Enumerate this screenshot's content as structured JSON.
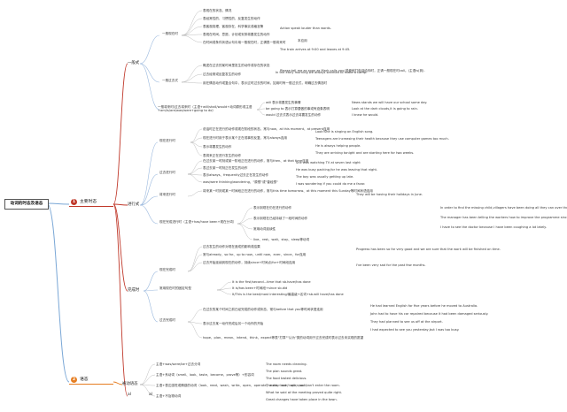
{
  "root": {
    "label": "动词的时态及语态"
  },
  "colors": {
    "main_line": "#7aa7d6",
    "sec1": "#c0392b",
    "sec2": "#e67e22",
    "branch": "#9bb9de",
    "leaf": "#aaaaaa"
  },
  "sec1": {
    "num": "1",
    "label": "主要时态"
  },
  "sec2": {
    "num": "2",
    "label": "语态"
  },
  "simple": {
    "label": "一般式",
    "present": {
      "label": "一般现在时",
      "items": [
        "表现在的状态、情况",
        "表经常性的、习惯性的、反复发生的动作",
        "表客观真理、客观存在、科学事实或格言警",
        "表现在时间、意愿、计划或安排将要发生的动作",
        "在时间或条件状语从句中用一般现在时，正谓表一般将来时"
      ],
      "examples": [
        "Action speak louder than words.",
        "The train arrives at 9:00 and leaves at 9:45.",
        "Please tell me as soon as Mark calls you(或使他打电话给你时，正请一般现在时call。)主语is(到)."
      ],
      "note": "本应用"
    },
    "past": {
      "label": "一般过去式",
      "items": [
        "概述在过去的某时间里发生的动作或存在的状态",
        "过去经常或反复发生的动作",
        "用在情态动作或复合句中，表示过时过去的时间，如用时有一般过去式，明确过去情态时"
      ],
      "examples": [
        "In the early morning we always seemed to make a camp."
      ]
    },
    "past_future": {
      "label": "一般将来时/过去将来时（主语+will/shall/would+动词原形或主语+am/is/are/was/were+going to do）",
      "items": [
        "will 表示将要发生的事情",
        "be going to 表示打算要做的事或有迹象表明",
        "would 过去式表示过去将要发生的动作"
      ],
      "examples": [
        "News stands we will have our school some day.",
        "Look at the dark clouds,it is going to rain.",
        "I knew he would."
      ]
    }
  },
  "progressive": {
    "label": "进行式",
    "present": {
      "label": "现在进行时",
      "items": [
        "说话时正在进行的动作或现在阶段的状态，常与now、at this moment、at present连用",
        "现在进行时用于表示某个正在或事的反复，常与always连用",
        "表示将要发生的动作",
        "表将来正在进行发生的动作"
      ],
      "examples": [
        "Look!She is singing an English song.",
        "Teenagers are increasing their health because they use computer games too much.",
        "He is always helping people.",
        "They are arriving tonight and are starting here for two weeks."
      ]
    },
    "past": {
      "label": "过去进行时",
      "items": [
        "在过去某一时刻或某一阶段正在进行的动作，常与then、at that time连用",
        "表过去某一时刻正在发生的动作",
        "表示always、frequently过去正在发生的动作",
        "was/were thinking/wondering，\"原想\"或\"曾经想\""
      ],
      "examples": [
        "She was watching TV at seven last night",
        "He was busy packing,for he was leaving that night.",
        "The boy was usually getting up late.",
        "I was wondering if you could do me a favor."
      ]
    },
    "future": {
      "label": "将来进行时",
      "items": [
        "将来某一时刻或某一时间段正在进行的动作，常与this time tomorrow、at this moment this Sunday等时间状语连用"
      ],
      "examples": [
        "They will be having their holidays in June."
      ]
    },
    "perf_prog": {
      "label": "现在完成进行时（主语+has/have been+现在分词）",
      "items": [
        "表示到现在仍在进行的动作",
        "表示到现在已经持续了一段时间的动作",
        "常用动词延续性",
        "live、rest、wait、stay、sleep等动词"
      ],
      "examples": [
        "In order to find the missing child,villagers have been doing all they can over the past five days.",
        "The manager has been telling the workers how to improve the programme since 9 a.m.",
        "I have to see the doctor because I have been coughing a lot lately."
      ]
    }
  },
  "perfect": {
    "label": "完成时",
    "present": {
      "label": "现在完成时",
      "items": [
        "过去发生的动作对现在造成的影响或结果",
        "常与already、so far、up to now、until now、ever、since、for连用",
        "过去开始延续到现在的动作，持续since+时间点/for+时间段连用"
      ],
      "examples": [
        "Progress has been so far very good and we are sure that the work will be finished on time.",
        "I've been very sad for the past few months."
      ]
    },
    "sentence": {
      "label": "常用现在时的固定句型",
      "items": [
        "It is the first/second...time that sb.have/has done",
        "It is/has been+时间段+since sb.did",
        "It/This is the best/most interesting/最高级+名词+sb.will have/has done"
      ]
    },
    "past": {
      "label": "过去完成时",
      "items": [
        "在过去的某个时间之前已经完成的动作或状态，常与before that you等时间状语连用",
        "表示过去某一动作完成后另一个动作的开始",
        "hope、plan、mean、intend、think、expect等表\"打算\"\"认为\"类的动词用于过去完成时表示过去未实现的愿望"
      ],
      "examples": [
        "He had learned English for five years before he moved to Australia.",
        "John had to have his car repaired because it had been damaged seriously.",
        "They had planned to see us off at the airport.",
        "I had expected to see you yesterday,but I was too busy."
      ]
    }
  },
  "other": {
    "labels": [
      "al",
      "al"
    ]
  },
  "voice": {
    "label": "被动语态",
    "items": [
      "主语+was/were/be+过去分词",
      "主语+系动词（smell、look、taste、become、prove等）+形容词",
      "主语+表达感觉或情感的动词（look、read、wash、write、open、operate、work、lock、sell、cook）",
      "主语+不及物动词"
    ],
    "examples": [
      "The room needs cleaning.",
      "The plan sounds great.",
      "The food tasted delicious.",
      "The door won't open,so I can't enter the room.",
      "What he said at the meeting proved quite right.",
      "Great changes have taken place in the town."
    ]
  }
}
